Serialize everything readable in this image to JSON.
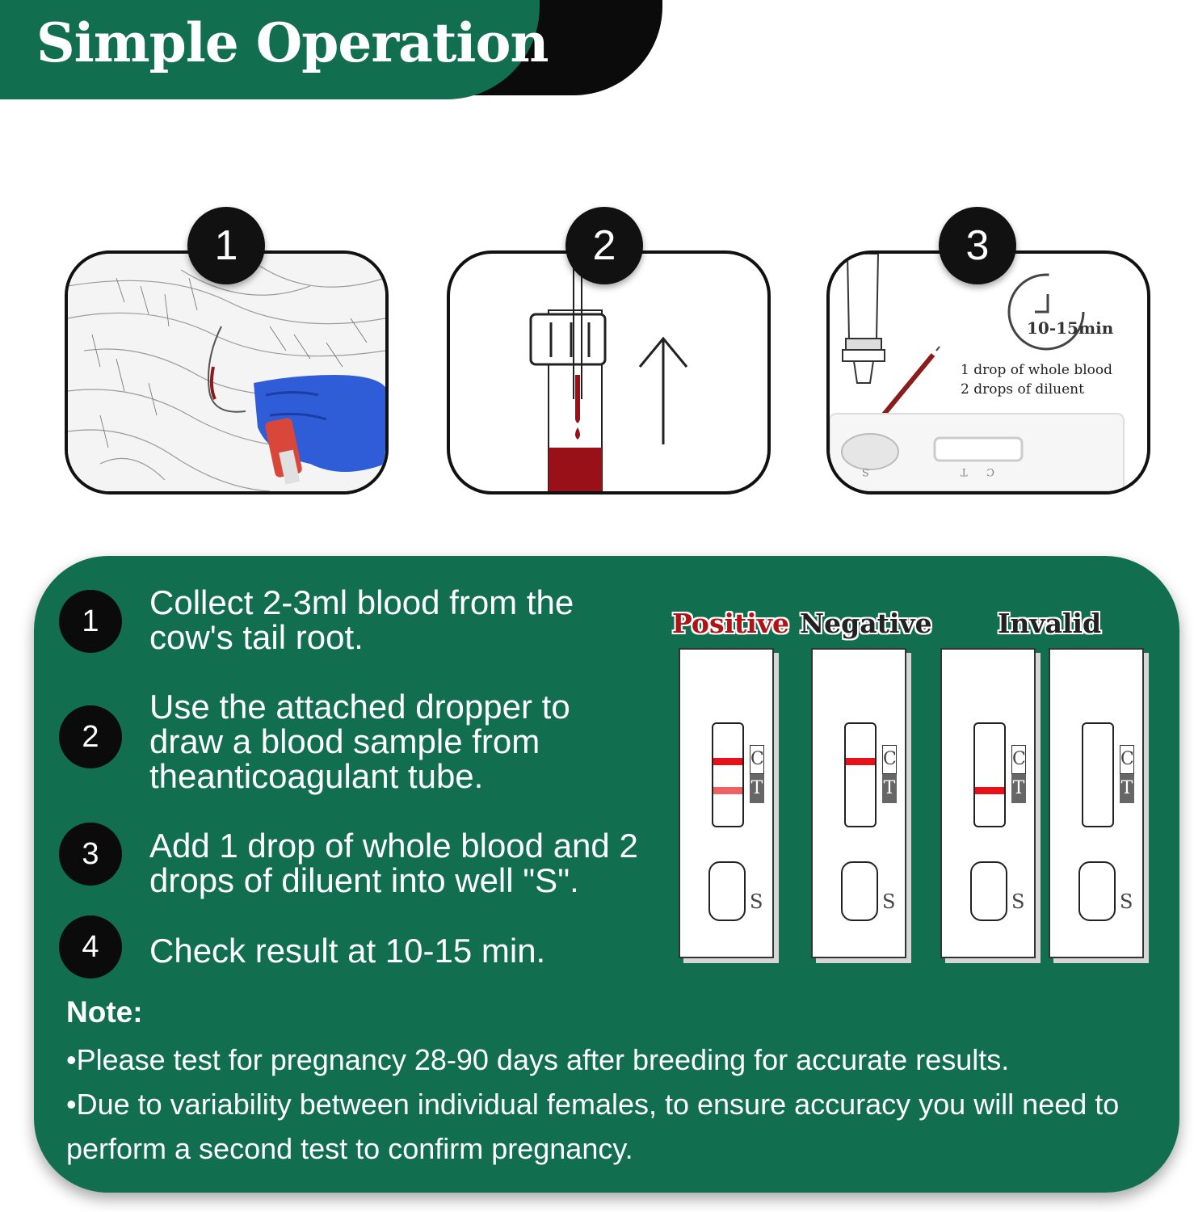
{
  "banner": {
    "title": "Simple Operation"
  },
  "steps": [
    {
      "number": "1"
    },
    {
      "number": "2"
    },
    {
      "number": "3",
      "timer_label": "10-15min",
      "instruction_line1": "1 drop of whole blood",
      "instruction_line2": "2 drops of diluent",
      "well_label": "S",
      "t_label": "T",
      "c_label": "C"
    }
  ],
  "instructions": [
    {
      "number": "1",
      "text": "Collect 2-3ml blood from the cow's tail root."
    },
    {
      "number": "2",
      "text": "Use the attached dropper to draw a blood sample from theanticoagulant tube."
    },
    {
      "number": "3",
      "text": "Add 1 drop of whole blood and 2 drops of diluent into well \"S\"."
    },
    {
      "number": "4",
      "text": "Check result at 10-15 min."
    }
  ],
  "note": {
    "title": "Note:",
    "lines": [
      "•Please test for pregnancy 28-90 days after breeding for accurate results.",
      "•Due to variability between individual females, to ensure accuracy you will need to perform a second test to confirm pregnancy."
    ]
  },
  "results": {
    "labels": {
      "positive": "Positive",
      "negative": "Negative",
      "invalid": "Invalid"
    },
    "c_letter": "C",
    "t_letter": "T",
    "s_letter": "S"
  },
  "colors": {
    "green": "#116e4e",
    "black": "#0b0b0b",
    "red": "#e8111a",
    "positive_label": "#b01316"
  }
}
